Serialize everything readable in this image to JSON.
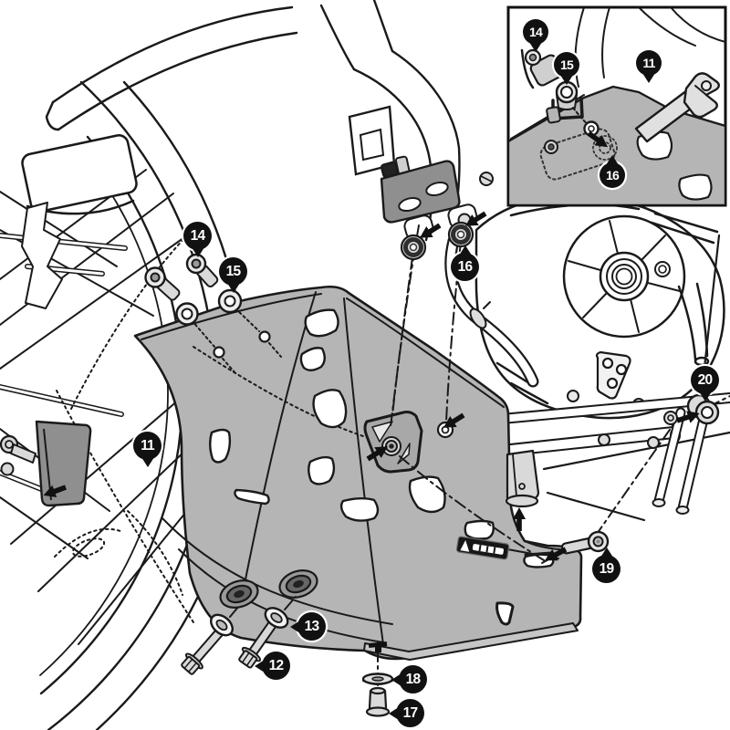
{
  "figure": {
    "colors": {
      "background": "#ffffff",
      "line": "#1a1a1a",
      "plate_gray": "#b5b5b5",
      "bracket_gray": "#8f8f8f",
      "hardware_gray": "#d9d9d9",
      "callout_bg": "#111111",
      "callout_text": "#ffffff"
    },
    "callouts": {
      "main": {
        "c11": "11",
        "c12": "12",
        "c13": "13",
        "c14": "14",
        "c15": "15",
        "c16": "16",
        "c17": "17",
        "c18": "18",
        "c19": "19",
        "c20": "20"
      },
      "inset": {
        "c11": "11",
        "c14": "14",
        "c15": "15",
        "c16": "16"
      }
    }
  }
}
